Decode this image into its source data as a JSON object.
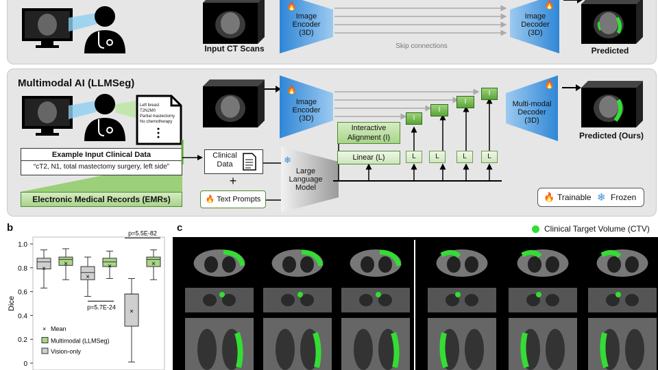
{
  "top": {
    "input_label": "Input CT Scans",
    "encoder": "Image\nEncoder\n(3D)",
    "decoder": "Image\nDecoder\n(3D)",
    "skip": "Skip connections",
    "predicted": "Predicted"
  },
  "mm": {
    "title": "Multimodal AI (LLMSeg)",
    "doc_lines": [
      "Left breast",
      "T2N2M0",
      "Partial mastectomy",
      "No chemotherapy"
    ],
    "example_title": "Example Input Clinical Data",
    "example_text": "“cT2, N1, total mastectomy surgery, left side”",
    "emr": "Electronic Medical Records (EMRs)",
    "clinical_data": "Clinical\nData",
    "plus": "+",
    "text_prompts": "Text Prompts",
    "llm": "Large\nLanguage\nModel",
    "linear": "Linear (L)",
    "interactive": "Interactive\nAlignment (I)",
    "encoder": "Image\nEncoder\n(3D)",
    "decoder": "Multi-modal\nDecoder\n(3D)",
    "predicted": "Predicted (Ours)",
    "token_i": "I",
    "token_l": "L",
    "trainable": "Trainable",
    "frozen": "Frozen"
  },
  "panel_b": "b",
  "panel_c": "c",
  "ctv_legend": "Clinical Target Volume (CTV)",
  "chart_data": {
    "type": "box",
    "ylabel": "Dice",
    "ylim": [
      0,
      1.0
    ],
    "yticks": [
      "0",
      "0.2",
      "0.4",
      "0.6",
      "0.8",
      "1.0"
    ],
    "legend": [
      "Mean",
      "Multimodal (LLMSeg)",
      "Vision-only"
    ],
    "annotations": [
      "p=5.5E-82",
      "p=5.7E-24"
    ],
    "series": [
      {
        "group": "vision",
        "min": 0.63,
        "q1": 0.79,
        "median": 0.85,
        "q3": 0.88,
        "max": 0.95,
        "mean": 0.8
      },
      {
        "group": "mm",
        "min": 0.7,
        "q1": 0.82,
        "median": 0.87,
        "q3": 0.89,
        "max": 0.96,
        "mean": 0.84
      },
      {
        "group": "vision",
        "min": 0.56,
        "q1": 0.7,
        "median": 0.76,
        "q3": 0.81,
        "max": 0.89,
        "mean": 0.73
      },
      {
        "group": "mm",
        "min": 0.71,
        "q1": 0.81,
        "median": 0.85,
        "q3": 0.88,
        "max": 0.94,
        "mean": 0.82
      },
      {
        "group": "vision",
        "min": 0.01,
        "q1": 0.31,
        "median": 0.58,
        "q3": 0.58,
        "max": 0.71,
        "mean": 0.44
      },
      {
        "group": "mm",
        "min": 0.7,
        "q1": 0.81,
        "median": 0.87,
        "q3": 0.89,
        "max": 0.95,
        "mean": 0.84
      }
    ]
  },
  "colors": {
    "panel_bg": "#e6e6e6",
    "blue": "#4f9fe0",
    "green": "#5aa43a",
    "light_green": "#c4e3ad",
    "ctv": "#33dd33"
  }
}
